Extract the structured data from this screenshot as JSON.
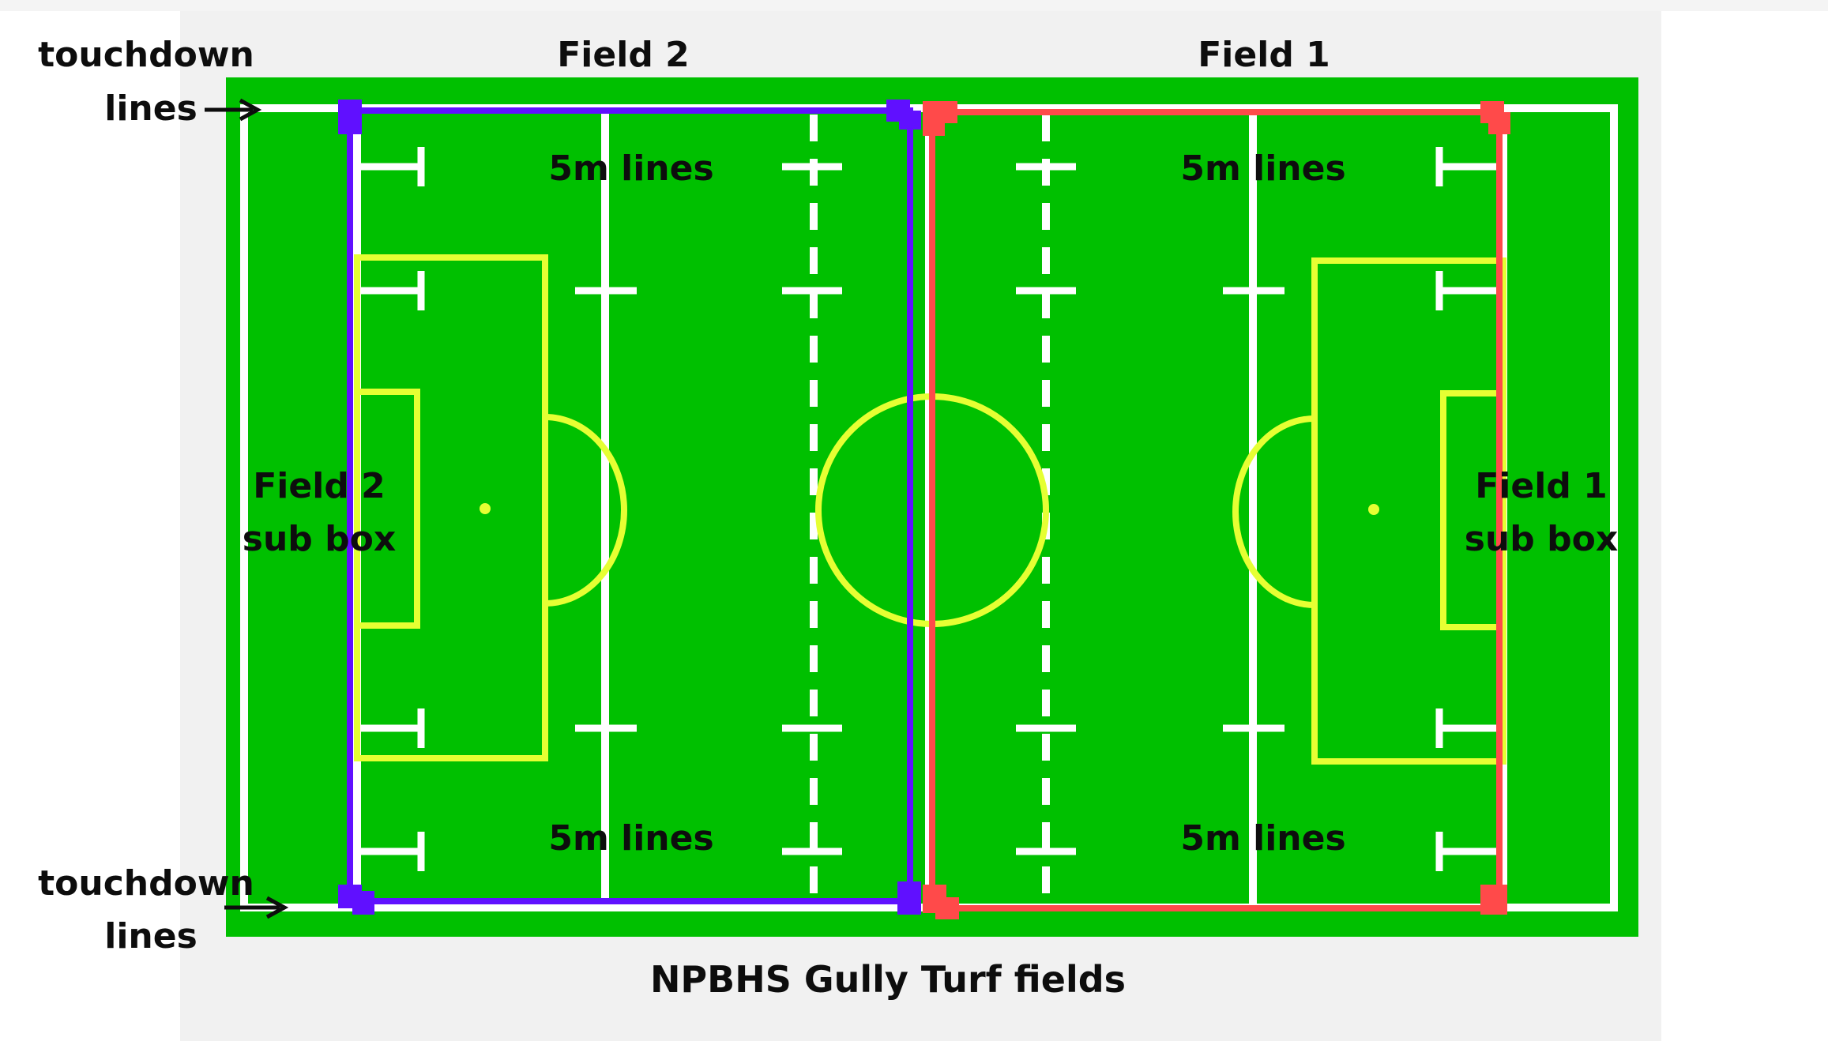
{
  "labels": {
    "touchdown_top_line1": "touchdown",
    "touchdown_top_line2": "lines",
    "touchdown_bottom_line1": "touchdown",
    "touchdown_bottom_line2": "lines",
    "field2_title": "Field 2",
    "field1_title": "Field 1",
    "field2_5m_top": "5m lines",
    "field1_5m_top": "5m lines",
    "field2_5m_bottom": "5m lines",
    "field1_5m_bottom": "5m lines",
    "field2_sub_line1": "Field 2",
    "field2_sub_line2": "sub box",
    "field1_sub_line1": "Field 1",
    "field1_sub_line2": "sub box",
    "caption": "NPBHS Gully Turf fields"
  },
  "colors": {
    "turf": "#00c000",
    "white_lines": "#ffffff",
    "yellow_lines": "#e6ff33",
    "field2_boundary": "#6010ff",
    "field1_boundary": "#ff4a4a",
    "text": "#0d0d0d"
  }
}
